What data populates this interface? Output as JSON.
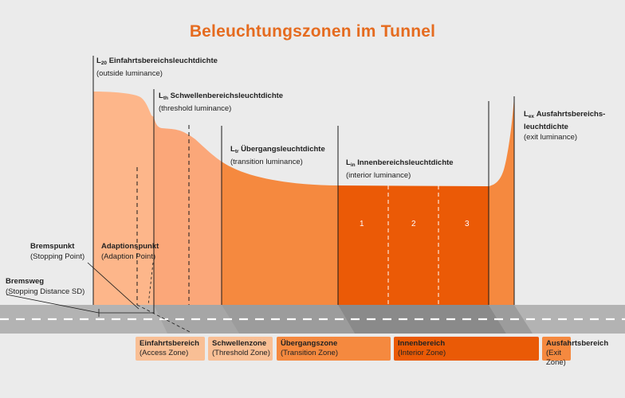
{
  "title": "Beleuchtungszonen im Tunnel",
  "colors": {
    "title": "#e56b1f",
    "access_zone": "#f9bb8d",
    "threshold_zone": "#f9bb8d",
    "transition_zone": "#f5873e",
    "interior_zone": "#ea5a06",
    "exit_zone": "#f5873e",
    "road": "#a9a9a9"
  },
  "luminance_labels": {
    "l20": {
      "symbol": "L",
      "sub": "20",
      "main": "Einfahrtsbereichsleuchtdichte",
      "en": "(outside luminance)"
    },
    "lth": {
      "symbol": "L",
      "sub": "th",
      "main": "Schwellenbereichsleuchtdichte",
      "en": "(threshold luminance)"
    },
    "ltr": {
      "symbol": "L",
      "sub": "tr",
      "main": "Übergangsleuchtdichte",
      "en": "(transition luminance)"
    },
    "lin": {
      "symbol": "L",
      "sub": "in",
      "main": "Innenbereichsleuchtdichte",
      "en": "(interior luminance)"
    },
    "lex": {
      "symbol": "L",
      "sub": "ex",
      "main1": "Ausfahrtsbereichs-",
      "main2": "leuchtdichte",
      "en": "(exit luminance)"
    }
  },
  "points": {
    "bremspunkt": {
      "de": "Bremspunkt",
      "en": "(Stopping Point)"
    },
    "adaptionspunkt": {
      "de": "Adaptionspunkt",
      "en": "(Adaption Point)"
    },
    "bremsweg": {
      "de": "Bremsweg",
      "en": "(Stopping Distance SD)"
    }
  },
  "interior_subzones": [
    "1",
    "2",
    "3"
  ],
  "zones": [
    {
      "de": "Einfahrtsbereich",
      "en": "(Access Zone)"
    },
    {
      "de": "Schwellenzone",
      "en": "(Threshold Zone)"
    },
    {
      "de": "Übergangszone",
      "en": "(Transition Zone)"
    },
    {
      "de": "Innenbereich",
      "en": "(Interior Zone)"
    },
    {
      "de": "Ausfahrtsbereich",
      "en": "(Exit Zone)"
    }
  ]
}
